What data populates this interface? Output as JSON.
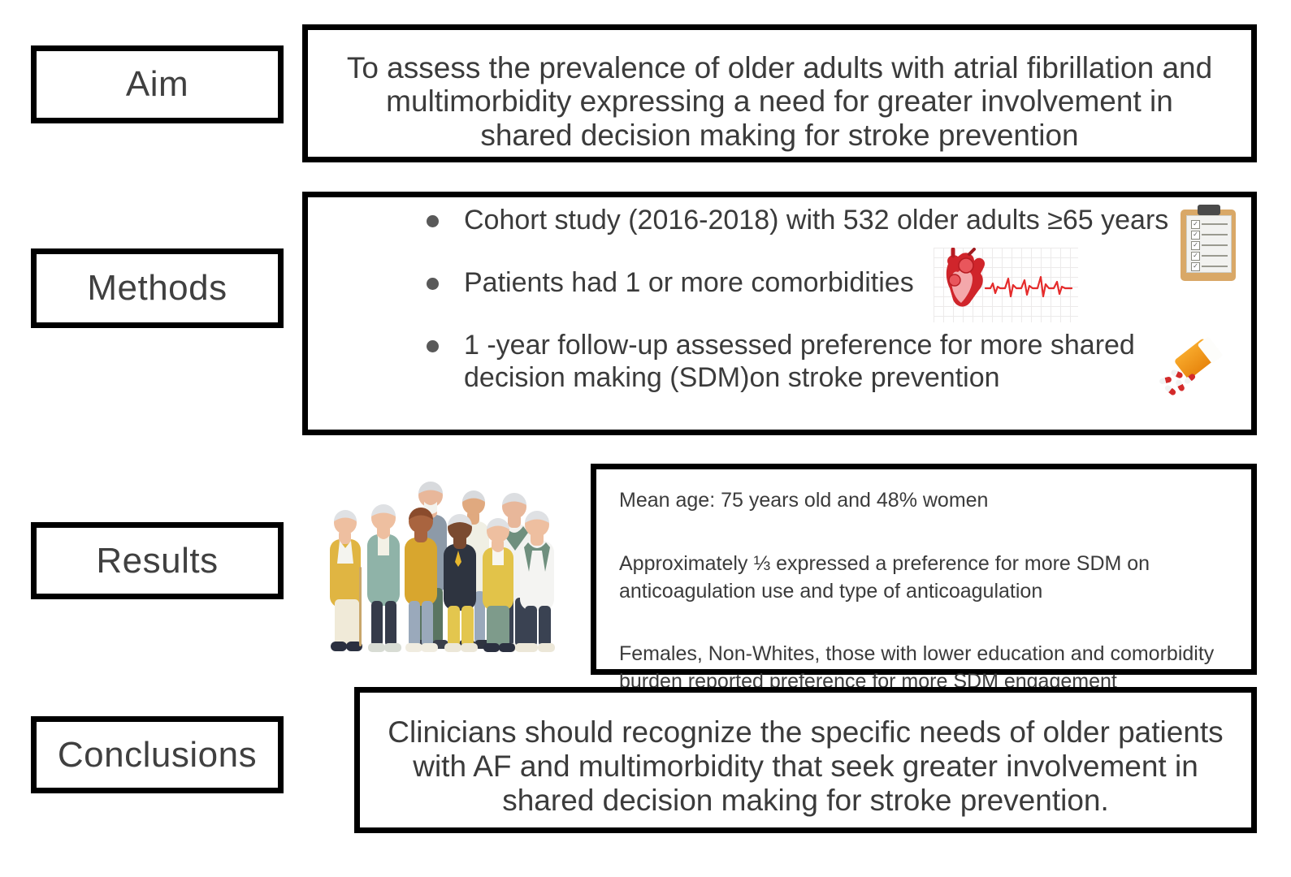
{
  "figure": {
    "type": "graphical-abstract",
    "sections": [
      {
        "label": "Aim",
        "body": "To assess the prevalence of older adults with atrial fibrillation and multimorbidity expressing a need for greater involvement in shared decision making for stroke prevention"
      },
      {
        "label": "Methods",
        "bullets": [
          "Cohort study (2016-2018) with 532 older adults ≥65 years",
          "Patients had 1 or more comorbidities",
          "1 -year follow-up assessed preference for more shared decision making (SDM)on stroke prevention"
        ]
      },
      {
        "label": "Results",
        "paragraphs": [
          "Mean age: 75 years old and 48% women",
          "Approximately ⅓ expressed a preference for more SDM on anticoagulation use and type of anticoagulation",
          "Females, Non-Whites, those with lower education and comorbidity burden reported preference for more SDM engagement"
        ]
      },
      {
        "label": "Conclusions",
        "body": "Clinicians should recognize the specific needs of older patients with AF and multimorbidity that seek greater involvement in shared decision making for stroke prevention."
      }
    ]
  },
  "labels": {
    "aim": "Aim",
    "methods": "Methods",
    "results": "Results",
    "conclusions": "Conclusions"
  },
  "aim": {
    "text": "To assess the prevalence of older adults with atrial fibrillation and multimorbidity expressing a need for greater involvement in shared decision making for stroke prevention"
  },
  "methods": {
    "bullets": [
      "Cohort study (2016-2018) with 532 older adults ≥65 years",
      "Patients had 1 or more comorbidities",
      "1 -year follow-up assessed preference for more shared decision making (SDM)on stroke prevention"
    ]
  },
  "results": {
    "paragraphs": [
      "Mean age: 75 years old and 48% women",
      "Approximately ⅓ expressed a preference for more SDM on anticoagulation use and type of anticoagulation",
      "Females, Non-Whites, those with lower education and comorbidity burden reported preference for more SDM engagement"
    ]
  },
  "conclusions": {
    "text": "Clinicians should recognize the specific needs of older patients with AF and multimorbidity that seek greater involvement in shared decision making for stroke prevention."
  },
  "illustrations": [
    {
      "name": "clipboard-checklist-icon",
      "description": "Wooden clipboard with five checked checkbox rows"
    },
    {
      "name": "heart-ecg-icon",
      "description": "Red anatomical heart with irregular ECG rhythm trace on grid paper"
    },
    {
      "name": "pill-bottle-icon",
      "description": "Orange prescription pill bottle tipped over with red and white capsules spilling out"
    },
    {
      "name": "older-adults-group-illustration",
      "description": "Flat illustration of a group of eight diverse smiling older adults standing together"
    }
  ],
  "colors": {
    "border": "#000000",
    "text": "#3b3b3b",
    "label_text": "#404040",
    "bullet": "#595959",
    "heart_red": "#d0252b",
    "ecg_red": "#e52b2b",
    "clipboard_wood": "#d9a867",
    "pill_bottle_orange": "#f0910f",
    "background": "#ffffff"
  }
}
